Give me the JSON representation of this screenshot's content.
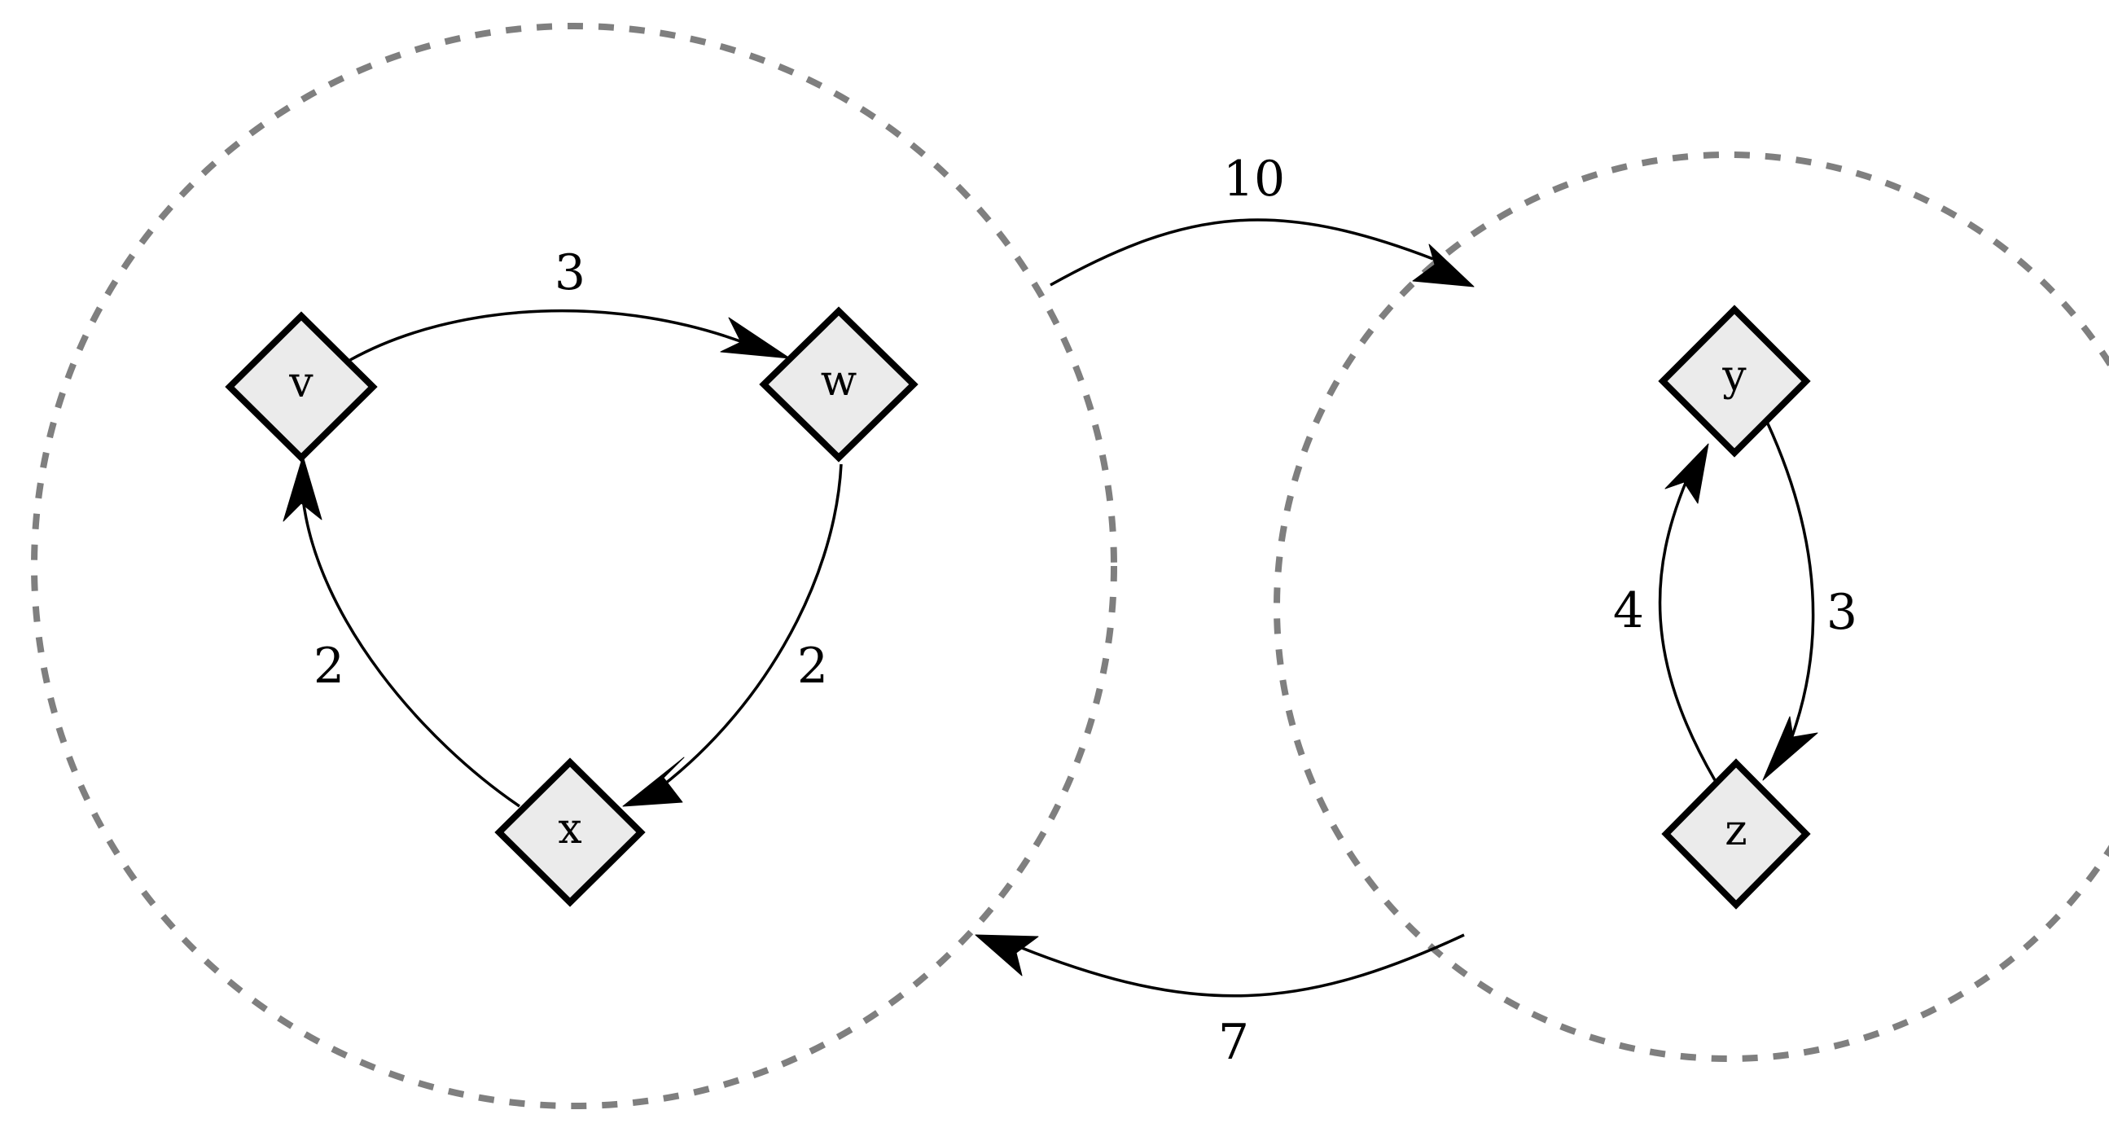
{
  "diagram": {
    "nodes": {
      "v": "v",
      "w": "w",
      "x": "x",
      "y": "y",
      "z": "z"
    },
    "edges": {
      "v_w": "3",
      "w_x": "2",
      "x_v": "2",
      "y_z": "3",
      "z_y": "4",
      "left_right": "10",
      "right_left": "7"
    },
    "colors": {
      "cluster_border": "#7f7f7f",
      "node_fill": "#ebebeb",
      "node_border": "#000000",
      "edge": "#000000"
    }
  }
}
